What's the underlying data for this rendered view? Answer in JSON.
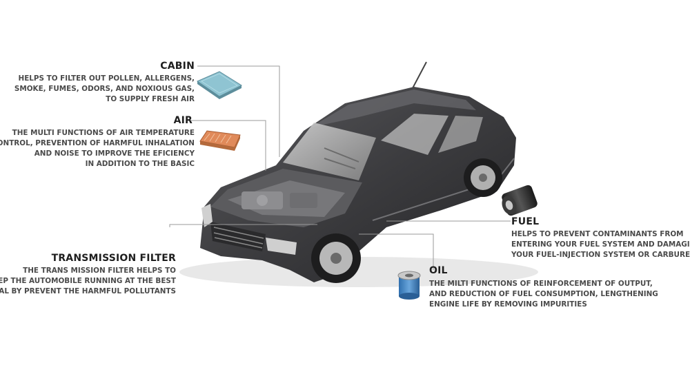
{
  "colors": {
    "car_body": "#3f3f41",
    "leader_line": "#9a9a9a",
    "title_text": "#1e1e1e",
    "desc_text": "#4a4a4a",
    "cabin_filter": "#8fc4d2",
    "air_filter": "#e08a5a",
    "fuel_filter": "#2d2d2d",
    "oil_filter": "#4d8cc8"
  },
  "icons": [
    "cabin-filter-icon",
    "air-filter-icon",
    "fuel-filter-icon",
    "oil-filter-icon"
  ],
  "labels": {
    "cabin": {
      "title": "CABIN",
      "lines": [
        "HELPS TO FILTER OUT POLLEN, ALLERGENS,",
        "SMOKE, FUMES, ODORS, AND NOXIOUS GAS,",
        "TO SUPPLY FRESH AIR"
      ]
    },
    "air": {
      "title": "AIR",
      "lines": [
        "THE MULTI FUNCTIONS OF AIR TEMPERATURE",
        "CONTROL, PREVENTION OF HARMFUL INHALATION",
        "AND NOISE TO IMPROVE THE EFICIENCY",
        "IN ADDITION TO THE BASIC"
      ]
    },
    "transmission": {
      "title": "TRANSMISSION FILTER",
      "lines": [
        "THE TRANS MISSION FILTER HELPS TO",
        "KEEP THE AUTOMOBILE RUNNING AT THE BEST",
        "LEVAL BY PREVENT THE HARMFUL POLLUTANTS"
      ]
    },
    "fuel": {
      "title": "FUEL",
      "lines": [
        "HELPS TO PREVENT CONTAMINANTS FROM",
        "ENTERING YOUR FUEL SYSTEM AND DAMAGING",
        "YOUR FUEL-INJECTION SYSTEM OR CARBURETOR"
      ]
    },
    "oil": {
      "title": "OIL",
      "lines": [
        "THE MILTI FUNCTIONS OF REINFORCEMENT OF OUTPUT,",
        "AND REDUCTION OF FUEL CONSUMPTION, LENGTHENING",
        "ENGINE LIFE BY REMOVING IMPURITIES"
      ]
    }
  }
}
